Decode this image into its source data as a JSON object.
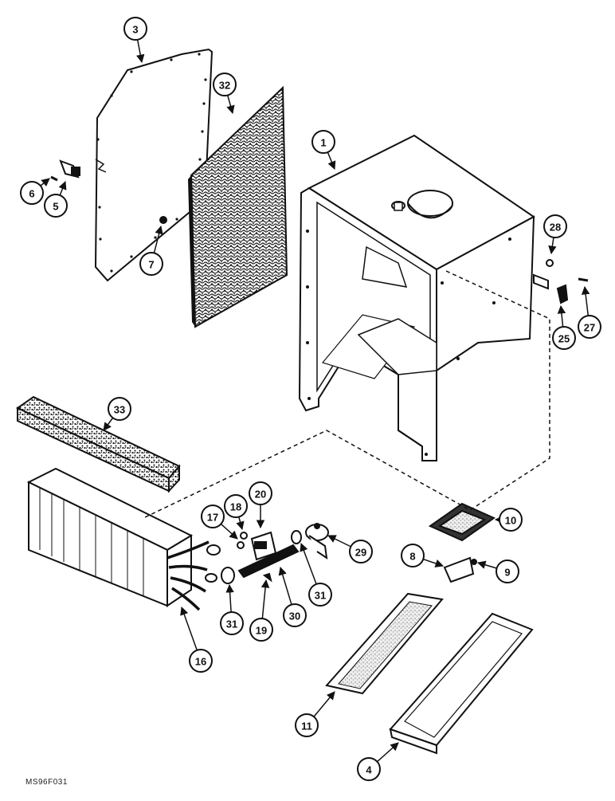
{
  "figure_code": "MS96F031",
  "callouts": [
    {
      "id": "callout-3",
      "label": "3",
      "part": "side-panel"
    },
    {
      "id": "callout-32",
      "label": "32",
      "part": "filter-pad"
    },
    {
      "id": "callout-1",
      "label": "1",
      "part": "housing"
    },
    {
      "id": "callout-6",
      "label": "6",
      "part": "screw"
    },
    {
      "id": "callout-5",
      "label": "5",
      "part": "latch"
    },
    {
      "id": "callout-7",
      "label": "7",
      "part": "nut"
    },
    {
      "id": "callout-28",
      "label": "28",
      "part": "nut"
    },
    {
      "id": "callout-25",
      "label": "25",
      "part": "clip"
    },
    {
      "id": "callout-27",
      "label": "27",
      "part": "screw"
    },
    {
      "id": "callout-33",
      "label": "33",
      "part": "foam-seal"
    },
    {
      "id": "callout-20",
      "label": "20",
      "part": "expansion-valve"
    },
    {
      "id": "callout-18",
      "label": "18",
      "part": "o-ring"
    },
    {
      "id": "callout-17",
      "label": "17",
      "part": "o-ring"
    },
    {
      "id": "callout-10",
      "label": "10",
      "part": "gasket"
    },
    {
      "id": "callout-8",
      "label": "8",
      "part": "bracket"
    },
    {
      "id": "callout-9",
      "label": "9",
      "part": "screw"
    },
    {
      "id": "callout-29",
      "label": "29",
      "part": "thermostat-switch"
    },
    {
      "id": "callout-31a",
      "label": "31",
      "part": "o-ring"
    },
    {
      "id": "callout-30",
      "label": "30",
      "part": "tube"
    },
    {
      "id": "callout-31b",
      "label": "31",
      "part": "o-ring"
    },
    {
      "id": "callout-19",
      "label": "19",
      "part": "clip"
    },
    {
      "id": "callout-16",
      "label": "16",
      "part": "evaporator-core"
    },
    {
      "id": "callout-11",
      "label": "11",
      "part": "filter-tray"
    },
    {
      "id": "callout-4",
      "label": "4",
      "part": "drain-pan"
    }
  ]
}
